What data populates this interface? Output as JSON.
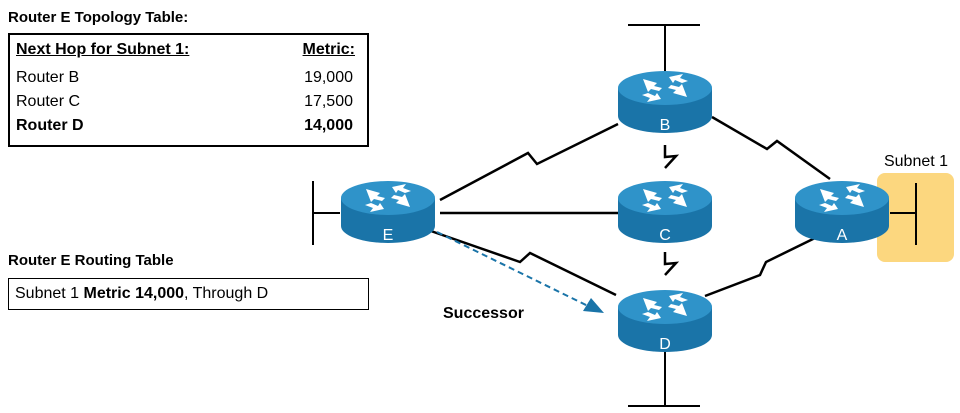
{
  "topology_table": {
    "title": "Router E Topology Table:",
    "header_next_hop": "Next Hop for Subnet 1:",
    "header_metric": "Metric:",
    "rows": [
      {
        "next_hop": "Router B",
        "metric": "19,000",
        "best": false
      },
      {
        "next_hop": "Router C",
        "metric": "17,500",
        "best": false
      },
      {
        "next_hop": "Router D",
        "metric": "14,000",
        "best": true
      }
    ]
  },
  "routing_table": {
    "title": "Router E Routing Table",
    "entry_prefix": "Subnet 1 ",
    "entry_metric": "Metric 14,000",
    "entry_suffix": ", Through D"
  },
  "diagram": {
    "routers": {
      "a": "A",
      "b": "B",
      "c": "C",
      "d": "D",
      "e": "E"
    },
    "subnet_label": "Subnet 1",
    "successor_label": "Successor",
    "colors": {
      "router_body": "#1a74a8",
      "router_top": "#2f93c9",
      "subnet_fill": "#fcd77f",
      "successor_arrow": "#1a74a8"
    }
  }
}
